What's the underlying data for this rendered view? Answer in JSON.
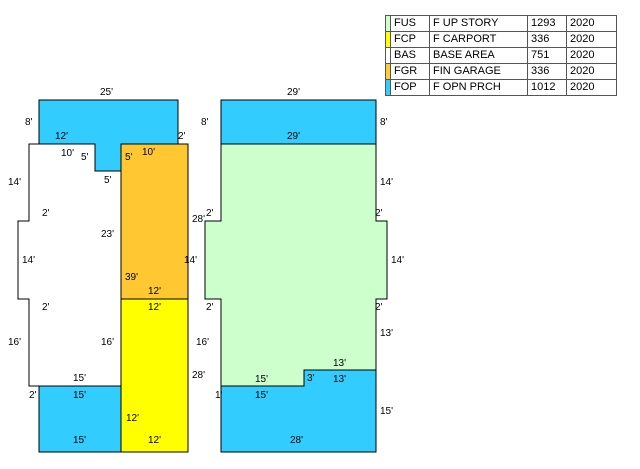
{
  "legend": [
    {
      "code": "FUS",
      "desc": "F UP STORY",
      "area": "1293",
      "year": "2020",
      "color": "#ccffcc"
    },
    {
      "code": "FCP",
      "desc": "F CARPORT",
      "area": "336",
      "year": "2020",
      "color": "#ffff00"
    },
    {
      "code": "BAS",
      "desc": "BASE AREA",
      "area": "751",
      "year": "2020",
      "color": "#ffffff"
    },
    {
      "code": "FGR",
      "desc": "FIN GARAGE",
      "area": "336",
      "year": "2020",
      "color": "#ffcc33"
    },
    {
      "code": "FOP",
      "desc": "F OPN PRCH",
      "area": "1012",
      "year": "2020",
      "color": "#33ccff"
    }
  ],
  "left_plan": {
    "porch_top": {
      "width": "25'",
      "left": "8'",
      "ledge": "12'",
      "right": "2'"
    },
    "base": {
      "notch_top": "10'",
      "notch_inner": "5'",
      "notch_side": "5'",
      "left_upper": "14'",
      "step1": "2'",
      "middle": "14'",
      "step2": "2'",
      "left_lower": "16'",
      "right_upper": "23'",
      "right_lower": "16'",
      "bottom": "15'"
    },
    "garage": {
      "top": "10'",
      "left": "5'",
      "height": "39'",
      "bottom": "12'"
    },
    "carport": {
      "top": "12'",
      "mid": "12'",
      "bottom": "12'"
    },
    "porch_bottom": {
      "top": "15'",
      "left": "2'",
      "bottom": "15'"
    }
  },
  "right_plan": {
    "porch_top": {
      "width": "29'",
      "left": "8'",
      "right": "8'",
      "bottom": "29'"
    },
    "upstory": {
      "right_upper": "14'",
      "step_r1": "2'",
      "step_l1": "2'",
      "left_height": "28'",
      "right_middle": "14'",
      "middle_left": "14'",
      "step_r2": "2'",
      "step_l2": "2'",
      "right_lower": "13'",
      "left_lower": "16'",
      "left_bottom": "28'",
      "bottom_left": "15'",
      "notch": "3'",
      "bottom_right": "13'",
      "notch_side": "13'"
    },
    "porch_bottom": {
      "top": "15'",
      "left": "1'",
      "right": "15'",
      "bottom": "28'"
    }
  }
}
